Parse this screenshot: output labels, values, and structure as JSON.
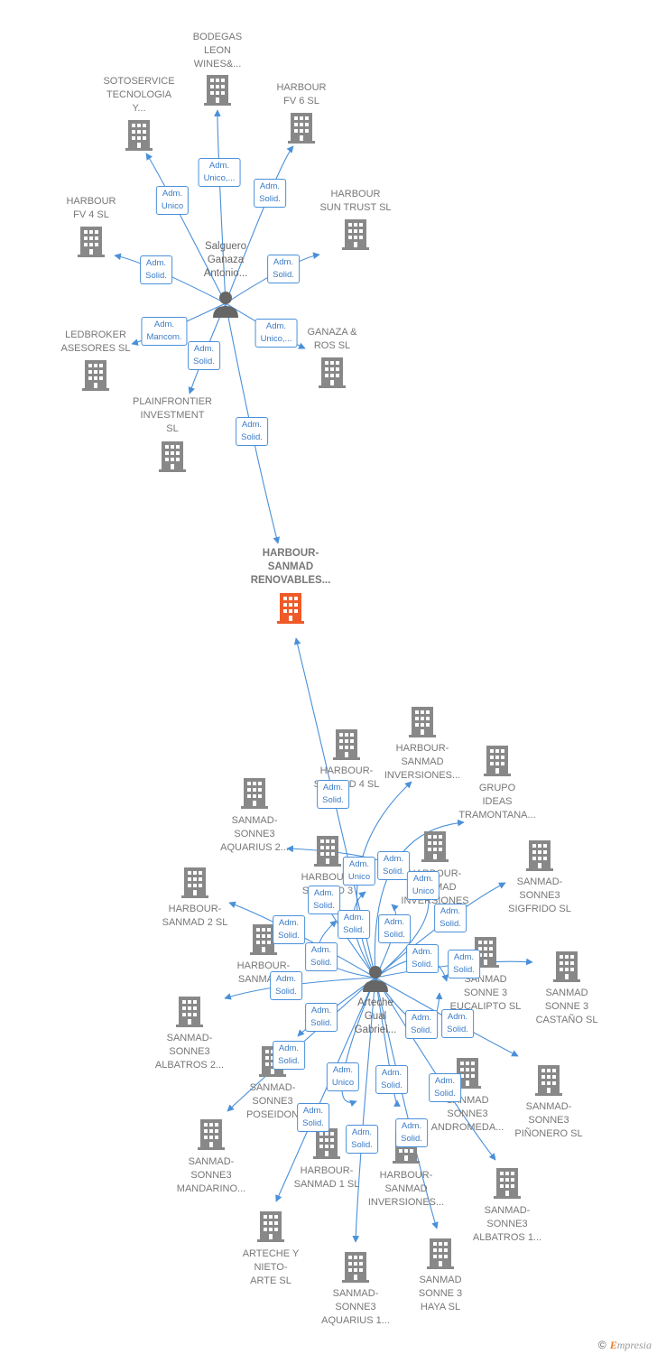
{
  "colors": {
    "edge": "#4a90d9",
    "building": "#888888",
    "focus": "#f05a28",
    "person": "#666666",
    "role_text": "#3a7bc8"
  },
  "footer": {
    "copyright": "©",
    "brand_first": "E",
    "brand_rest": "mpresia"
  },
  "persons": [
    {
      "id": "p1",
      "label": "Salguero\nGanaza\nAntonio..."
    },
    {
      "id": "p2",
      "label": "Arteche\nGual\nGabriel..."
    }
  ],
  "companies": [
    {
      "id": "focus",
      "label": "HARBOUR-\nSANMAD\nRENOVABLES...",
      "focus": true
    },
    {
      "id": "bodegas",
      "label": "BODEGAS\nLEON\nWINES&..."
    },
    {
      "id": "sotoservice",
      "label": "SOTOSERVICE\nTECNOLOGIA\nY..."
    },
    {
      "id": "hfv6",
      "label": "HARBOUR\nFV 6  SL"
    },
    {
      "id": "hfv4",
      "label": "HARBOUR\nFV 4  SL"
    },
    {
      "id": "hsuntrust",
      "label": "HARBOUR\nSUN TRUST  SL"
    },
    {
      "id": "ledbroker",
      "label": "LEDBROKER\nASESORES  SL"
    },
    {
      "id": "ganaza",
      "label": "GANAZA &\nROS  SL"
    },
    {
      "id": "plainfrontier",
      "label": "PLAINFRONTIER\nINVESTMENT\nSL"
    },
    {
      "id": "hs4",
      "label": "HARBOUR-\nSANMAD 4  SL"
    },
    {
      "id": "hsinv1",
      "label": "HARBOUR-\nSANMAD\nINVERSIONES..."
    },
    {
      "id": "grupo",
      "label": "GRUPO\nIDEAS\nTRAMONTANA..."
    },
    {
      "id": "aquarius2",
      "label": "SANMAD-\nSONNE3\nAQUARIUS 2..."
    },
    {
      "id": "hs3",
      "label": "HARBOUR-\nSANMAD 3"
    },
    {
      "id": "hsinv2",
      "label": "HARBOUR-\nSANMAD\nINVERSIONES"
    },
    {
      "id": "sigfrido",
      "label": "SANMAD-\nSONNE3\nSIGFRIDO  SL"
    },
    {
      "id": "hs2",
      "label": "HARBOUR-\nSANMAD 2  SL"
    },
    {
      "id": "hs5",
      "label": "HARBOUR-\nSANMAD 5"
    },
    {
      "id": "eucalipto",
      "label": "SANMAD\nSONNE 3\nEUCALIPTO  SL"
    },
    {
      "id": "castano",
      "label": "SANMAD\nSONNE 3\nCASTAÑO  SL"
    },
    {
      "id": "albatros2",
      "label": "SANMAD-\nSONNE3\nALBATROS 2..."
    },
    {
      "id": "poseidon",
      "label": "SANMAD-\nSONNE3\nPOSEIDON"
    },
    {
      "id": "andromeda",
      "label": "SANMAD\nSONNE3\nANDROMEDA..."
    },
    {
      "id": "pinonero",
      "label": "SANMAD-\nSONNE3\nPIÑONERO  SL"
    },
    {
      "id": "mandarino",
      "label": "SANMAD-\nSONNE3\nMANDARINO..."
    },
    {
      "id": "hs1",
      "label": "HARBOUR-\nSANMAD 1  SL"
    },
    {
      "id": "hsinv3",
      "label": "HARBOUR-\nSANMAD\nINVERSIONES..."
    },
    {
      "id": "albatros1",
      "label": "SANMAD-\nSONNE3\nALBATROS 1..."
    },
    {
      "id": "arteche",
      "label": "ARTECHE Y\nNIETO-\nARTE  SL"
    },
    {
      "id": "aquarius1",
      "label": "SANMAD-\nSONNE3\nAQUARIUS 1..."
    },
    {
      "id": "haya",
      "label": "SANMAD\nSONNE 3\nHAYA  SL"
    }
  ],
  "roles": [
    {
      "id": "r1",
      "label": "Adm.\nUnico,..."
    },
    {
      "id": "r2",
      "label": "Adm.\nUnico"
    },
    {
      "id": "r3",
      "label": "Adm.\nSolid."
    },
    {
      "id": "r4",
      "label": "Adm.\nSolid."
    },
    {
      "id": "r5",
      "label": "Adm.\nSolid."
    },
    {
      "id": "r6",
      "label": "Adm.\nMancom."
    },
    {
      "id": "r7",
      "label": "Adm.\nUnico,..."
    },
    {
      "id": "r8",
      "label": "Adm.\nSolid."
    },
    {
      "id": "r9",
      "label": "Adm.\nSolid."
    },
    {
      "id": "q1",
      "label": "Adm.\nSolid."
    },
    {
      "id": "q2",
      "label": "Adm.\nUnico"
    },
    {
      "id": "q3",
      "label": "Adm.\nSolid."
    },
    {
      "id": "q4",
      "label": "Adm.\nUnico"
    },
    {
      "id": "q5",
      "label": "Adm.\nSolid."
    },
    {
      "id": "q6",
      "label": "Adm.\nSolid."
    },
    {
      "id": "q7",
      "label": "Adm.\nSolid."
    },
    {
      "id": "q8",
      "label": "Adm.\nSolid."
    },
    {
      "id": "q9",
      "label": "Adm.\nSolid."
    },
    {
      "id": "q10",
      "label": "Adm.\nSolid."
    },
    {
      "id": "q11",
      "label": "Adm.\nSolid."
    },
    {
      "id": "q12",
      "label": "Adm.\nSolid."
    },
    {
      "id": "q13",
      "label": "Adm.\nSolid."
    },
    {
      "id": "q14",
      "label": "Adm.\nSolid."
    },
    {
      "id": "q15",
      "label": "Adm.\nSolid."
    },
    {
      "id": "q16",
      "label": "Adm.\nSolid."
    },
    {
      "id": "q17",
      "label": "Adm.\nSolid."
    },
    {
      "id": "q18",
      "label": "Adm.\nSolid."
    },
    {
      "id": "q19",
      "label": "Adm.\nSolid."
    },
    {
      "id": "q20",
      "label": "Adm.\nSolid."
    },
    {
      "id": "q21",
      "label": "Adm.\nUnico"
    },
    {
      "id": "q22",
      "label": "Adm.\nSolid."
    },
    {
      "id": "q23",
      "label": "Adm.\nSolid."
    }
  ]
}
